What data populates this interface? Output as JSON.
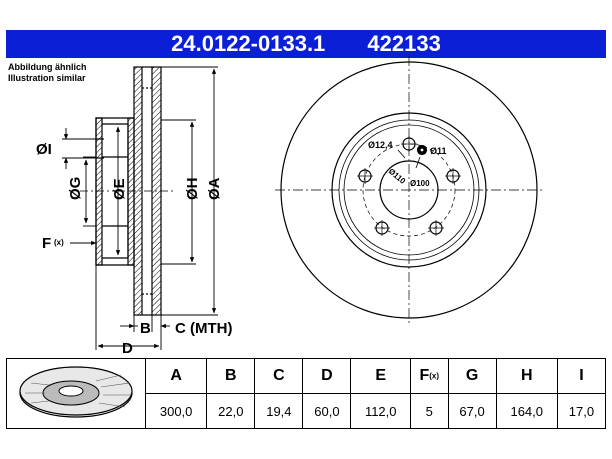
{
  "header": {
    "part_number": "24.0122-0133.1",
    "code": "422133"
  },
  "note": {
    "line1": "Abbildung ähnlich",
    "line2": "Illustration similar"
  },
  "side_view": {
    "labels": {
      "I": "ØI",
      "G": "ØG",
      "E": "ØE",
      "H": "ØH",
      "A": "ØA",
      "F": "F",
      "F_sub": "(x)",
      "B": "B",
      "C": "C (MTH)",
      "D": "D"
    }
  },
  "front_view": {
    "labels": {
      "hole_large": "Ø12,4",
      "hole_small": "Ø11",
      "pcd_110": "Ø110",
      "pcd_100": "Ø100"
    }
  },
  "table": {
    "headers": [
      "A",
      "B",
      "C",
      "D",
      "E",
      "F",
      "G",
      "H",
      "I"
    ],
    "f_sub": "(x)",
    "values": [
      "300,0",
      "22,0",
      "19,4",
      "60,0",
      "112,0",
      "5",
      "67,0",
      "164,0",
      "17,0"
    ]
  },
  "colors": {
    "header_bg": "#0a1fd6",
    "header_text": "#ffffff",
    "line": "#000000"
  }
}
